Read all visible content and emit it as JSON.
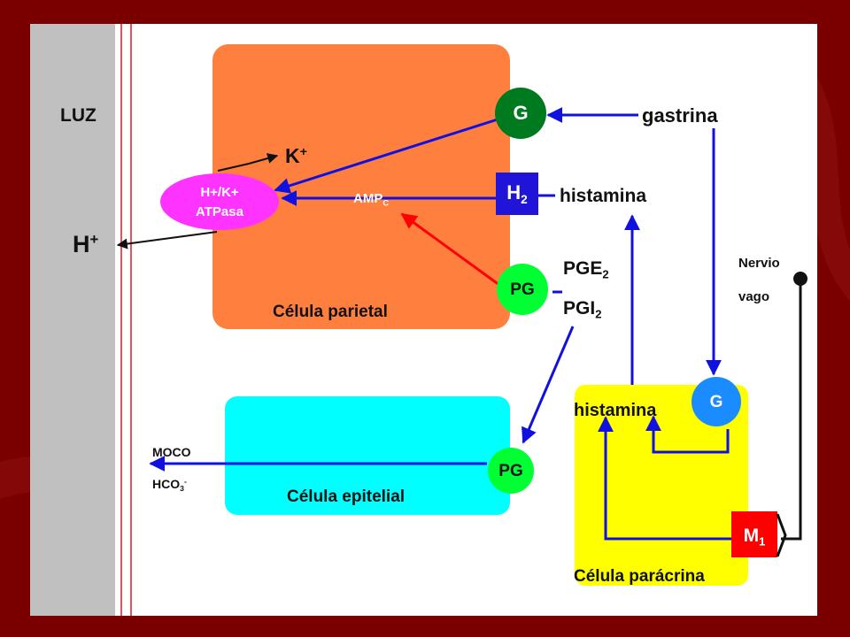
{
  "colors": {
    "frame": "#7a0000",
    "lumen": "#c0c0c0",
    "lumen_border": "#e8505a",
    "parietal_cell": "#ff7f3f",
    "epithelial_cell": "#00ffff",
    "paracrine_cell": "#ffff00",
    "pump": "#ff33ff",
    "gastrin_receptor": "#007a1f",
    "histamine_receptor": "#1f14d8",
    "pg_receptor": "#00ff33",
    "paracrine_g": "#1a8cff",
    "m1_receptor": "#ff0000",
    "arrow_blue": "#1010e0",
    "arrow_red": "#ff0000"
  },
  "labels": {
    "lumen": "LUZ",
    "k_ion": "K",
    "k_charge": "+",
    "h_ion": "H",
    "h_charge": "+",
    "pump_line1": "H+/K+",
    "pump_line2": "ATPasa",
    "amp_main": "AMP",
    "amp_sub": "C",
    "receptor_g": "G",
    "receptor_h2_main": "H",
    "receptor_h2_sub": "2",
    "receptor_pg": "PG",
    "gastrin": "gastrina",
    "histamine": "histamina",
    "pge2_main": "PGE",
    "pge2_sub": "2",
    "pgi2_main": "PGI",
    "pgi2_sub": "2",
    "vagus_line1": "Nervio",
    "vagus_line2": "vago",
    "parietal_cell": "Célula parietal",
    "epithelial_cell": "Célula epitelial",
    "paracrine_cell": "Célula parácrina",
    "paracrine_histamine": "histamina",
    "paracrine_g": "G",
    "m1_main": "M",
    "m1_sub": "1",
    "epithelial_pg": "PG",
    "mucus": "MOCO",
    "bicarbonate_main": "HCO",
    "bicarbonate_sub": "3",
    "bicarbonate_charge": "-"
  }
}
